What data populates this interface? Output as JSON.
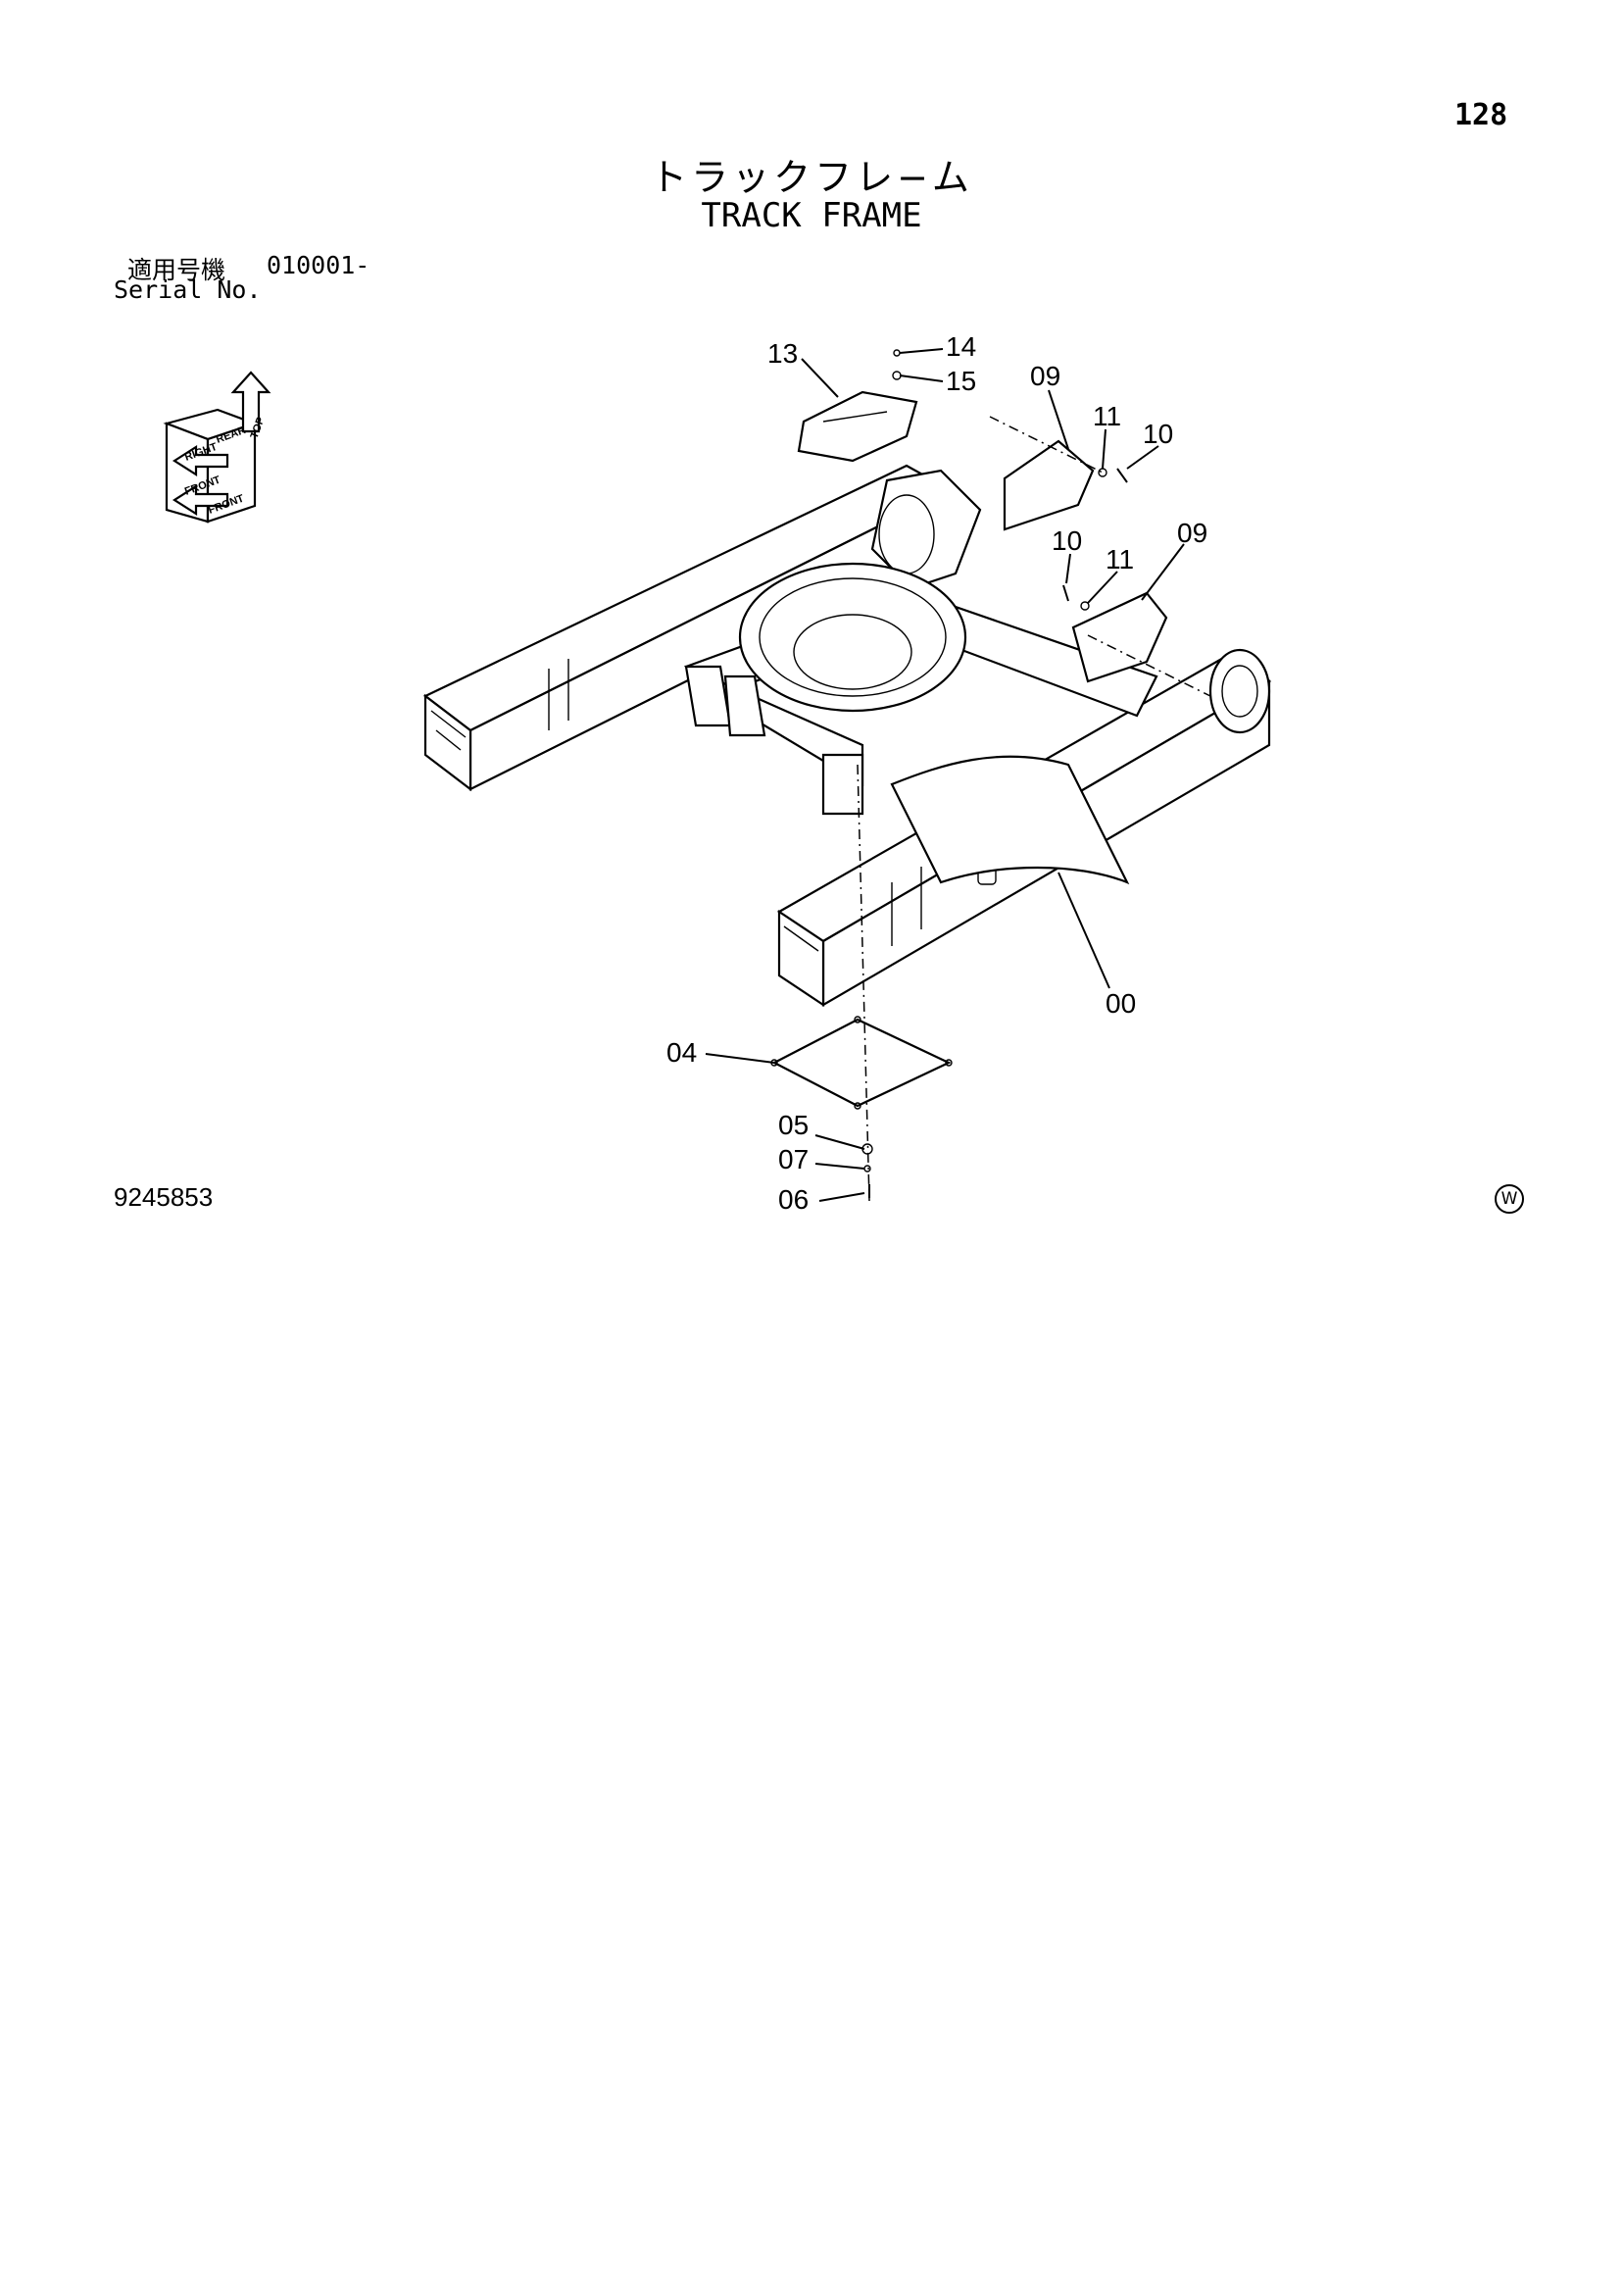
{
  "page": {
    "number": "128",
    "title_jp": "トラックフレ−ム",
    "title_en": "TRACK FRAME",
    "serial_label_jp": "適用号機",
    "serial_value": "010001-",
    "serial_label_en": "Serial No.",
    "doc_code": "9245853",
    "corner_mark": "W"
  },
  "orientation": {
    "labels": [
      "TOP",
      "REAR",
      "RIGHT",
      "FRONT",
      "FRONT"
    ]
  },
  "callouts": [
    "00",
    "04",
    "05",
    "06",
    "07",
    "09",
    "09",
    "10",
    "10",
    "11",
    "11",
    "13",
    "14",
    "15"
  ]
}
